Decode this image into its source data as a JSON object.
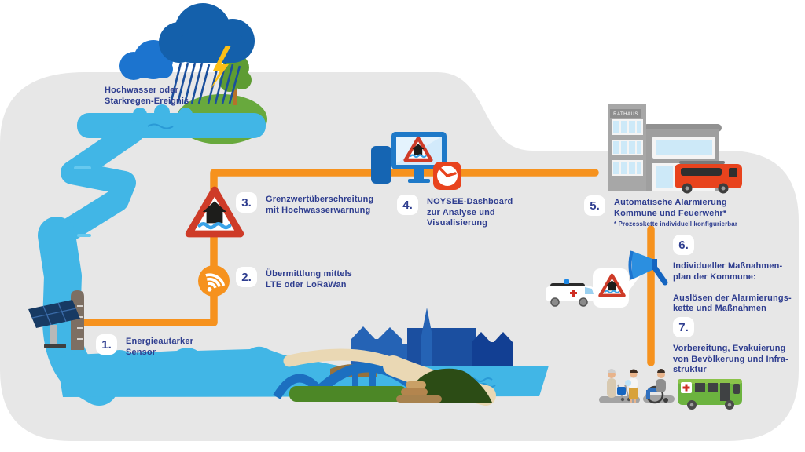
{
  "colors": {
    "canvas_gray": "#E7E7E7",
    "accent_orange": "#F6921E",
    "text_navy": "#2E3D8F",
    "water_blue": "#41B6E6",
    "alert_red": "#CE3B28",
    "cloud_blue": "#1460AB",
    "fire_truck_red": "#E8431D",
    "bus_green": "#6CB33F"
  },
  "event": {
    "label": "Hochwasser oder\nStarkregen-Ereignis"
  },
  "building": {
    "sign": "RATHAUS"
  },
  "steps": [
    {
      "number": "1.",
      "label": "Energieautarker\nSensor"
    },
    {
      "number": "2.",
      "label": "Übermittlung mittels\nLTE oder LoRaWan"
    },
    {
      "number": "3.",
      "label": "Grenzwertüberschreitung\nmit Hochwasserwarnung"
    },
    {
      "number": "4.",
      "label": "NOYSEE-Dashboard\nzur Analyse und\nVisualisierung"
    },
    {
      "number": "5.",
      "label": "Automatische Alarmierung\nKommune und Feuerwehr*",
      "footnote": "* Prozesskette individuell konfigurierbar"
    },
    {
      "number": "6.",
      "label": "Individueller Maßnahmen-\nplan der Kommune:\n\nAuslösen der Alarmierungs-\nkette und Maßnahmen"
    },
    {
      "number": "7.",
      "label": "Vorbereitung, Evakuierung\nvon Bevölkerung und Infra-\nstruktur"
    }
  ],
  "icon_shapes": {
    "storm-cloud-icon": "blue cloud blobs",
    "rain-icon": "diagonal streak lines",
    "lightning-icon": "yellow bolt polygon",
    "signal-icon": "white rss arcs in orange circle",
    "flood-warning-sign-icon": "red triangle, black house, blue waves",
    "dashboard-monitor-icon": "blue monitor with warning sign",
    "alarm-clock-icon": "white clock on red square",
    "megaphone-icon": "blue loudhailer",
    "solar-panel-icon": "dark tilted grid panel",
    "fire-truck-icon": "red truck with ladder",
    "ambulance-icon": "white van with red cross",
    "evacuation-bus-icon": "green bus with red cross"
  }
}
